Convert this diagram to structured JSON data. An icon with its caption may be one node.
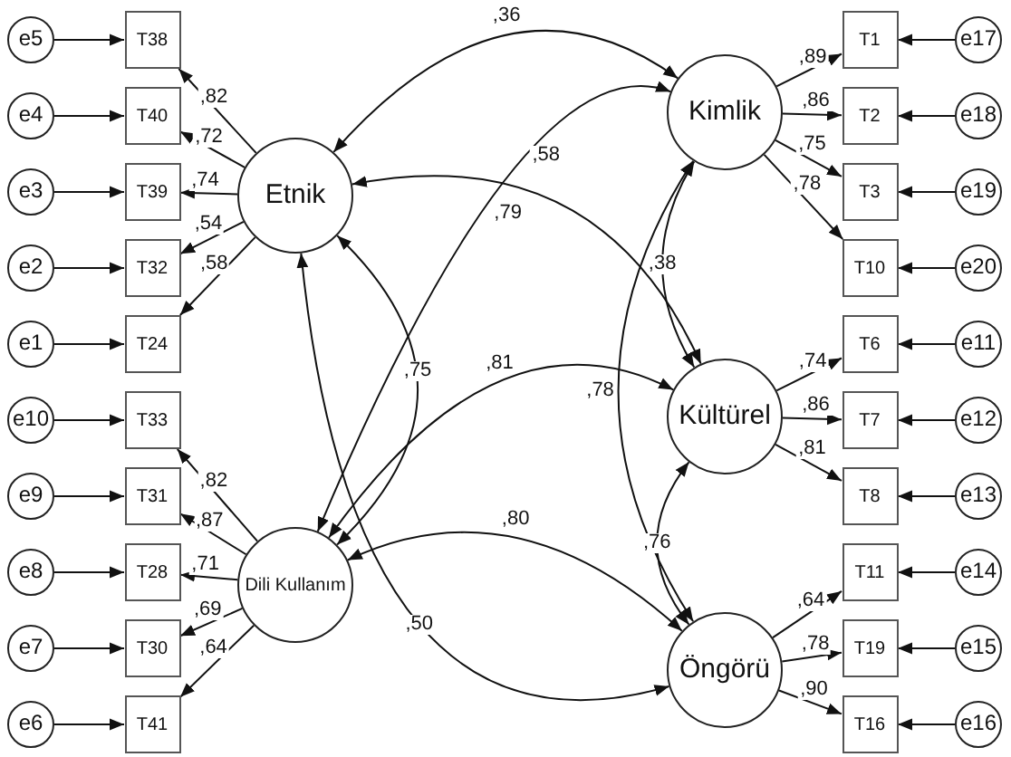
{
  "diagram": {
    "nodes": [
      {
        "text": [
          "e5"
        ]
      },
      {
        "text": [
          "T38"
        ]
      },
      {
        "text": [
          "e4"
        ]
      },
      {
        "text": [
          "T40"
        ]
      },
      {
        "text": [
          "e3"
        ]
      },
      {
        "text": [
          "T39"
        ]
      },
      {
        "text": [
          "e2"
        ]
      },
      {
        "text": [
          "T32"
        ]
      },
      {
        "text": [
          "e1"
        ]
      },
      {
        "text": [
          "T24"
        ]
      },
      {
        "text": [
          "Etnik"
        ]
      },
      {
        "text": [
          "e10"
        ]
      },
      {
        "text": [
          "T33"
        ]
      },
      {
        "text": [
          "e9"
        ]
      },
      {
        "text": [
          "T31"
        ]
      },
      {
        "text": [
          "e8"
        ]
      },
      {
        "text": [
          "T28"
        ]
      },
      {
        "text": [
          "e7"
        ]
      },
      {
        "text": [
          "T30"
        ]
      },
      {
        "text": [
          "e6"
        ]
      },
      {
        "text": [
          "T41"
        ]
      },
      {
        "text": [
          "Dili Kullanım"
        ]
      },
      {
        "text": [
          "Kimlik"
        ]
      },
      {
        "text": [
          "T1"
        ]
      },
      {
        "text": [
          "e17"
        ]
      },
      {
        "text": [
          "T2"
        ]
      },
      {
        "text": [
          "e18"
        ]
      },
      {
        "text": [
          "T3"
        ]
      },
      {
        "text": [
          "e19"
        ]
      },
      {
        "text": [
          "T10"
        ]
      },
      {
        "text": [
          "e20"
        ]
      },
      {
        "text": [
          "Kültürel"
        ]
      },
      {
        "text": [
          "T6"
        ]
      },
      {
        "text": [
          "e11"
        ]
      },
      {
        "text": [
          "T7"
        ]
      },
      {
        "text": [
          "e12"
        ]
      },
      {
        "text": [
          "T8"
        ]
      },
      {
        "text": [
          "e13"
        ]
      },
      {
        "text": [
          "Öngörü"
        ]
      },
      {
        "text": [
          "T11"
        ]
      },
      {
        "text": [
          "e14"
        ]
      },
      {
        "text": [
          "T19"
        ]
      },
      {
        "text": [
          "e15"
        ]
      },
      {
        "text": [
          "T16"
        ]
      },
      {
        "text": [
          "e16"
        ]
      }
    ],
    "edges": [
      {
        "from": 0,
        "to": 1,
        "arrow": "to"
      },
      {
        "from": 2,
        "to": 3,
        "arrow": "to"
      },
      {
        "from": 4,
        "to": 5,
        "arrow": "to"
      },
      {
        "from": 6,
        "to": 7,
        "arrow": "to"
      },
      {
        "from": 8,
        "to": 9,
        "arrow": "to"
      },
      {
        "from": 11,
        "to": 12,
        "arrow": "to"
      },
      {
        "from": 13,
        "to": 14,
        "arrow": "to"
      },
      {
        "from": 15,
        "to": 16,
        "arrow": "to"
      },
      {
        "from": 17,
        "to": 18,
        "arrow": "to"
      },
      {
        "from": 19,
        "to": 20,
        "arrow": "to"
      },
      {
        "from": 24,
        "to": 23,
        "arrow": "to"
      },
      {
        "from": 26,
        "to": 25,
        "arrow": "to"
      },
      {
        "from": 28,
        "to": 27,
        "arrow": "to"
      },
      {
        "from": 30,
        "to": 29,
        "arrow": "to"
      },
      {
        "from": 33,
        "to": 32,
        "arrow": "to"
      },
      {
        "from": 35,
        "to": 34,
        "arrow": "to"
      },
      {
        "from": 37,
        "to": 36,
        "arrow": "to"
      },
      {
        "from": 40,
        "to": 39,
        "arrow": "to"
      },
      {
        "from": 42,
        "to": 41,
        "arrow": "to"
      },
      {
        "from": 44,
        "to": 43,
        "arrow": "to"
      },
      {
        "from": 10,
        "to": 1,
        "arrow": "to",
        "label": ",82"
      },
      {
        "from": 10,
        "to": 3,
        "arrow": "to",
        "label": ",72"
      },
      {
        "from": 10,
        "to": 5,
        "arrow": "to",
        "label": ",74"
      },
      {
        "from": 10,
        "to": 7,
        "arrow": "to",
        "label": ",54"
      },
      {
        "from": 10,
        "to": 9,
        "arrow": "to",
        "label": ",58"
      },
      {
        "from": 21,
        "to": 12,
        "arrow": "to",
        "label": ",82"
      },
      {
        "from": 21,
        "to": 14,
        "arrow": "to",
        "label": ",87"
      },
      {
        "from": 21,
        "to": 16,
        "arrow": "to",
        "label": ",71"
      },
      {
        "from": 21,
        "to": 18,
        "arrow": "to",
        "label": ",69"
      },
      {
        "from": 21,
        "to": 20,
        "arrow": "to",
        "label": ",64"
      },
      {
        "from": 22,
        "to": 23,
        "arrow": "to",
        "label": ",89"
      },
      {
        "from": 22,
        "to": 25,
        "arrow": "to",
        "label": ",86"
      },
      {
        "from": 22,
        "to": 27,
        "arrow": "to",
        "label": ",75"
      },
      {
        "from": 22,
        "to": 29,
        "arrow": "to",
        "label": ",78"
      },
      {
        "from": 31,
        "to": 32,
        "arrow": "to",
        "label": ",74"
      },
      {
        "from": 31,
        "to": 34,
        "arrow": "to",
        "label": ",86"
      },
      {
        "from": 31,
        "to": 36,
        "arrow": "to",
        "label": ",81"
      },
      {
        "from": 38,
        "to": 39,
        "arrow": "to",
        "label": ",64"
      },
      {
        "from": 38,
        "to": 41,
        "arrow": "to",
        "label": ",78"
      },
      {
        "from": 38,
        "to": 43,
        "arrow": "to",
        "label": ",90"
      },
      {
        "from": 10,
        "to": 22,
        "arrow": "both",
        "label": ",36"
      },
      {
        "from": 21,
        "to": 22,
        "arrow": "both",
        "label": ",58"
      },
      {
        "from": 10,
        "to": 31,
        "arrow": "both",
        "label": ",79"
      },
      {
        "from": 10,
        "to": 21,
        "arrow": "both",
        "label": ",75"
      },
      {
        "from": 10,
        "to": 38,
        "arrow": "both",
        "label": ",50"
      },
      {
        "from": 21,
        "to": 31,
        "arrow": "both",
        "label": ",81"
      },
      {
        "from": 21,
        "to": 38,
        "arrow": "both",
        "label": ",80"
      },
      {
        "from": 22,
        "to": 38,
        "arrow": "both",
        "label": ",78"
      },
      {
        "from": 22,
        "to": 31,
        "arrow": "both",
        "label": ",38"
      },
      {
        "from": 31,
        "to": 38,
        "arrow": "both",
        "label": ",76"
      }
    ]
  }
}
